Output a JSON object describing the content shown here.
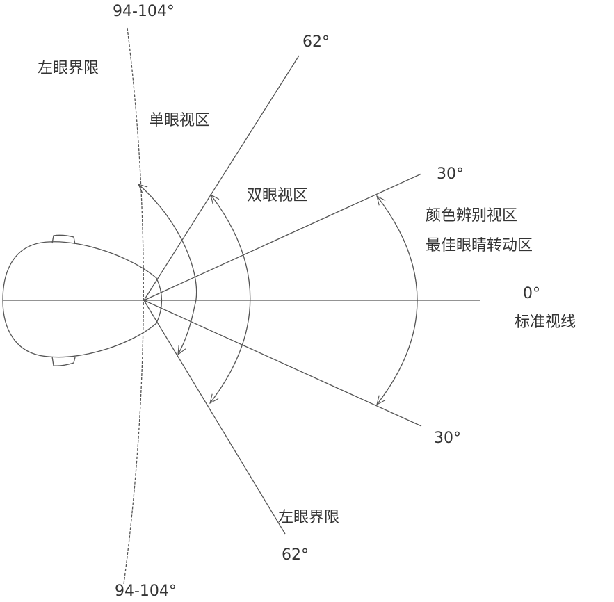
{
  "colors": {
    "line": "#555555",
    "text": "#333333",
    "background": "#ffffff"
  },
  "labels": {
    "top_limit_angle": "94-104°",
    "top_left_eye_limit": "左眼界限",
    "top_62": "62°",
    "monocular_zone": "单眼视区",
    "top_30": "30°",
    "binocular_zone": "双眼视区",
    "color_zone_line1": "颜色辨别视区",
    "color_zone_line2": "最佳眼睛转动区",
    "zero_angle": "0°",
    "standard_sightline": "标准视线",
    "bottom_30": "30°",
    "bottom_left_eye_limit": "左眼界限",
    "bottom_62": "62°",
    "bottom_limit_angle": "94-104°"
  }
}
